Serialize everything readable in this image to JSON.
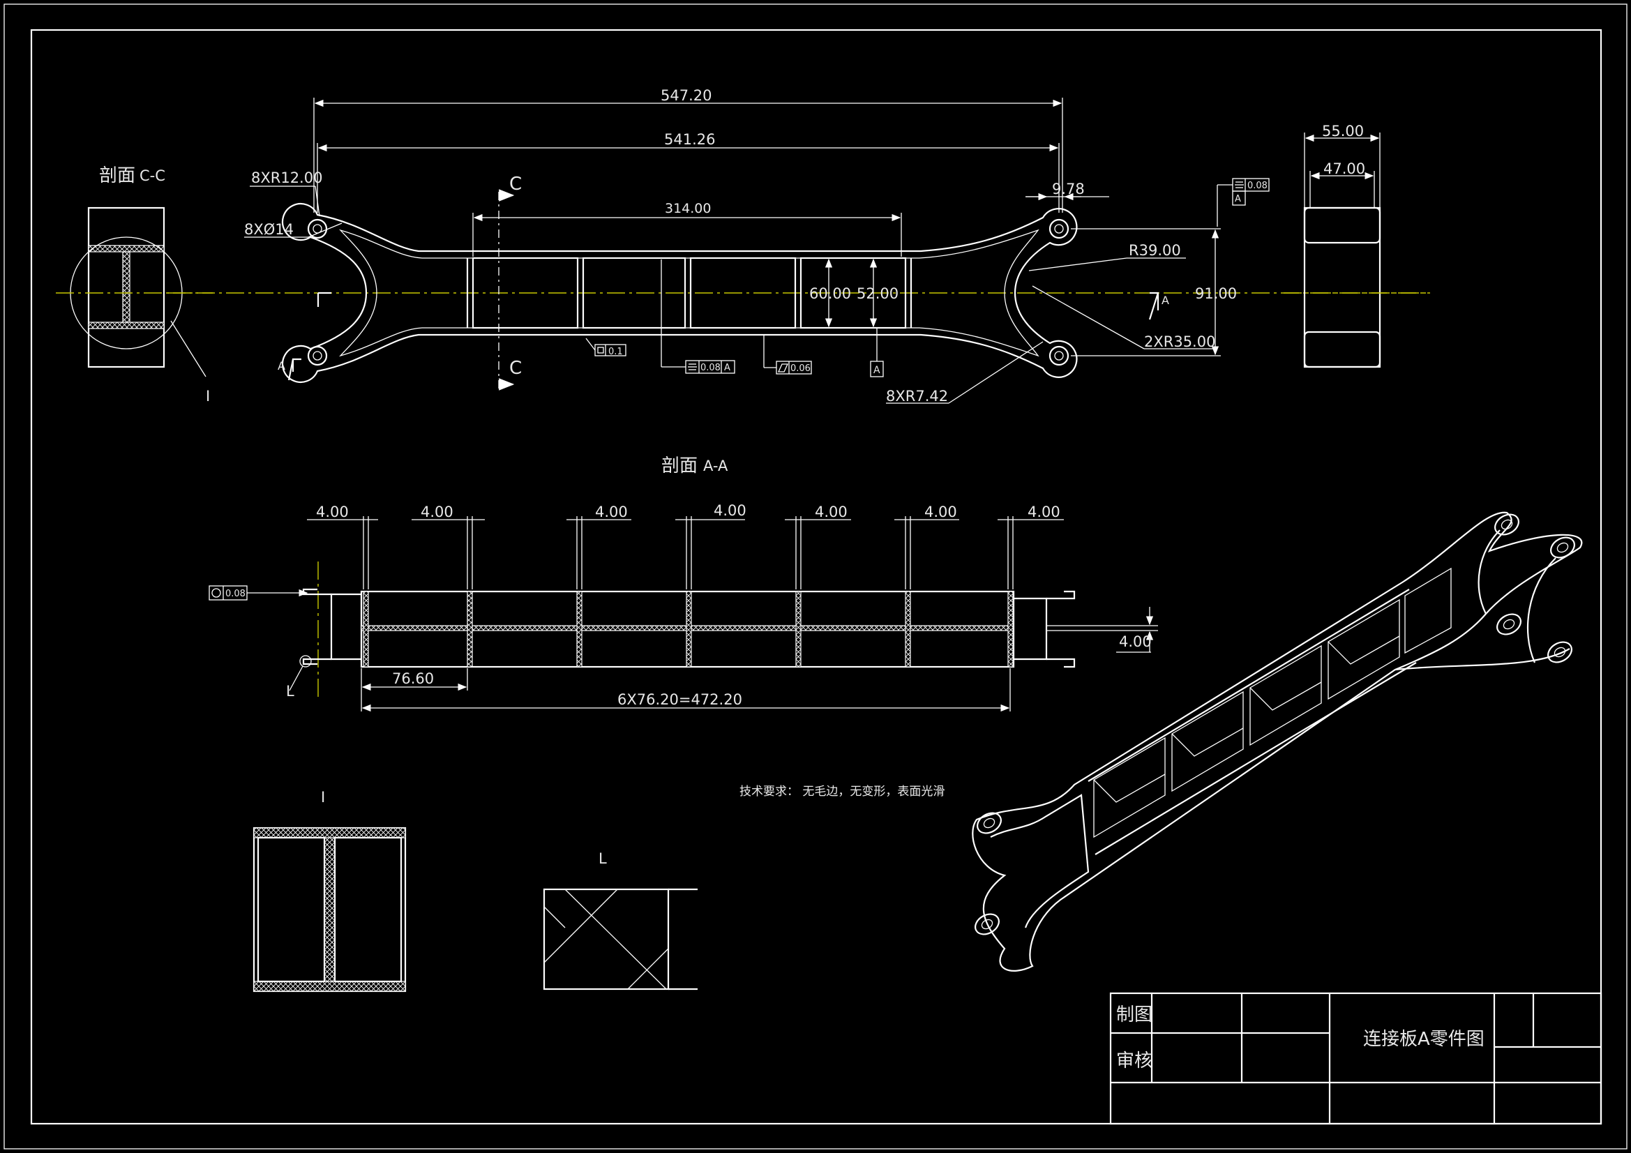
{
  "sections": {
    "cc_title": "剖面",
    "cc_tag": "C-C",
    "aa_title": "剖面",
    "aa_tag": "A-A",
    "detail_i": "I",
    "detail_l": "L"
  },
  "plan_view": {
    "dim_overall": "547.20",
    "dim_inner": "541.26",
    "dim_mid": "314.00",
    "dim_end": "9.78",
    "radius_ends": "8XR12.00",
    "holes": "8XØ14",
    "radius_big": "R39.00",
    "radius_arms": "2XR35.00",
    "radius_small": "8XR7.42",
    "height_total": "91.00",
    "height_outer": "60.00",
    "height_inner": "52.00",
    "section_mark": "C",
    "view_mark": "A",
    "gdt_flat": "0.1",
    "gdt_sym": "0.08",
    "gdt_sym_ref": "A",
    "gdt_flat2": "0.06",
    "datum": "A",
    "gdt_right": "0.08",
    "gdt_right_ref": "A"
  },
  "side_view": {
    "dim_outer": "55.00",
    "dim_inner": "47.00"
  },
  "section_aa": {
    "rib_widths": [
      "4.00",
      "4.00",
      "4.00",
      "4.00",
      "4.00",
      "4.00",
      "4.00"
    ],
    "dim_flange": "4.00",
    "dim_pitch": "76.60",
    "dim_total": "6X76.20=472.20",
    "gdt_circ": "0.08"
  },
  "notes": {
    "tech_req": "技术要求：  无毛边，无变形，表面光滑"
  },
  "title_block": {
    "drawn_label": "制图",
    "checked_label": "审核",
    "drawing_title": "连接板A零件图"
  },
  "colors": {
    "background": "#000000",
    "line": "#ffffff",
    "centerline": "#c8c800"
  }
}
